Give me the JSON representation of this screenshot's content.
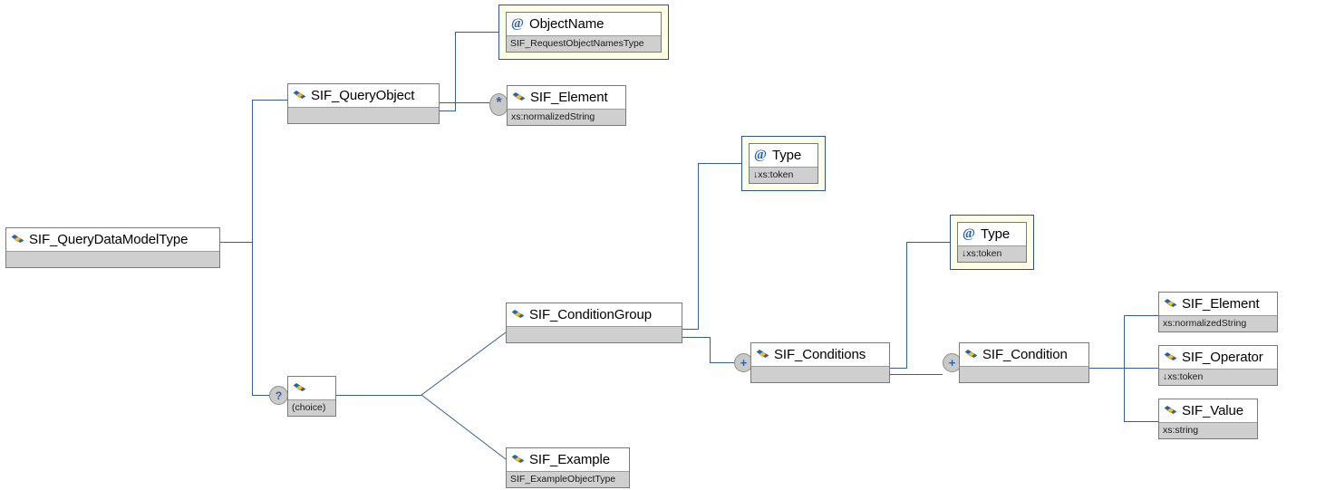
{
  "diagram": {
    "title": "SIF_QueryDataModelType XSD structure diagram",
    "colors": {
      "line": "#3a5f8f",
      "attr_container_bg": "#ffffe6",
      "attr_container_border": "#31538c",
      "node_border": "#7a7a7a",
      "subtype_bg": "#cfcfcf",
      "occ_bg": "#c9c9c9",
      "icon_blue": "#2b63ad",
      "icon_yellow": "#e8c42e"
    },
    "nodes": {
      "root": {
        "name": "SIF_QueryDataModelType",
        "type": "",
        "icon": "element-icon",
        "occurrence": ""
      },
      "query_object": {
        "name": "SIF_QueryObject",
        "type": "",
        "icon": "element-icon",
        "occurrence": ""
      },
      "object_name": {
        "name": "ObjectName",
        "type": "SIF_RequestObjectNamesType",
        "icon": "attribute-icon",
        "occurrence": ""
      },
      "qo_element": {
        "name": "SIF_Element",
        "type": "xs:normalizedString",
        "icon": "element-icon",
        "occurrence": "*"
      },
      "choice": {
        "name": "",
        "type": "(choice)",
        "icon": "element-icon",
        "occurrence": "?"
      },
      "condition_group": {
        "name": "SIF_ConditionGroup",
        "type": "",
        "icon": "element-icon",
        "occurrence": ""
      },
      "cg_type": {
        "name": "Type",
        "type": "↓xs:token",
        "icon": "attribute-icon",
        "occurrence": ""
      },
      "conditions": {
        "name": "SIF_Conditions",
        "type": "",
        "icon": "element-icon",
        "occurrence": "+"
      },
      "cond_type": {
        "name": "Type",
        "type": "↓xs:token",
        "icon": "attribute-icon",
        "occurrence": ""
      },
      "condition": {
        "name": "SIF_Condition",
        "type": "",
        "icon": "element-icon",
        "occurrence": "+"
      },
      "c_element": {
        "name": "SIF_Element",
        "type": "xs:normalizedString",
        "icon": "element-icon",
        "occurrence": ""
      },
      "c_operator": {
        "name": "SIF_Operator",
        "type": "↓xs:token",
        "icon": "element-icon",
        "occurrence": ""
      },
      "c_value": {
        "name": "SIF_Value",
        "type": "xs:string",
        "icon": "element-icon",
        "occurrence": ""
      },
      "example": {
        "name": "SIF_Example",
        "type": "SIF_ExampleObjectType",
        "icon": "element-icon",
        "occurrence": ""
      }
    }
  }
}
